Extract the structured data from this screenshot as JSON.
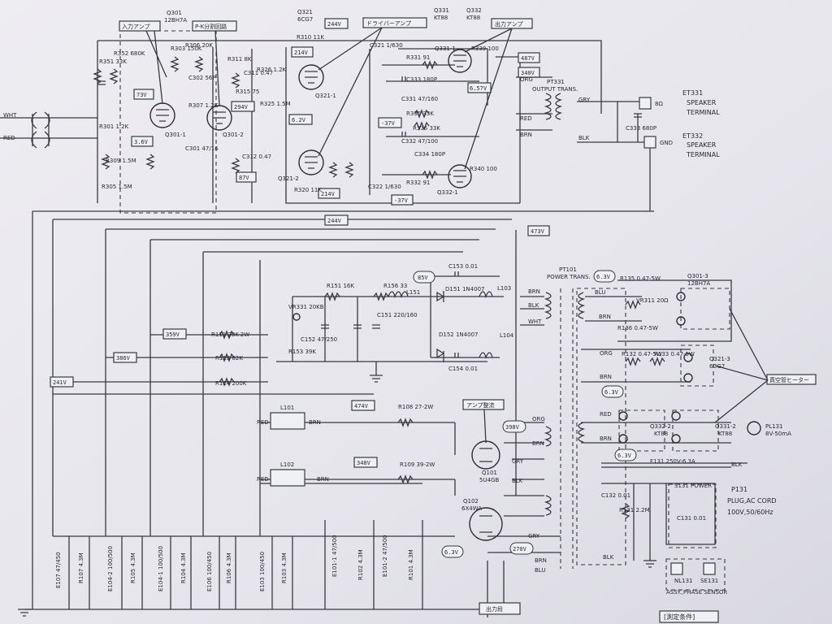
{
  "tubes": {
    "q301": {
      "ref": "Q301",
      "type": "12BH7A",
      "sub1": "Q301-1",
      "sub2": "Q301-2"
    },
    "q321": {
      "ref": "Q321",
      "type": "6CG7",
      "sub1": "Q321-1",
      "sub2": "Q321-2"
    },
    "q331": {
      "ref": "Q331",
      "type": "KT88",
      "sub1": "Q331-1"
    },
    "q332": {
      "ref": "Q332",
      "type": "KT88",
      "sub1": "Q332-1"
    },
    "q301_3": {
      "ref": "Q301-3",
      "type": "12BH7A"
    },
    "q321_3": {
      "ref": "Q321-3",
      "type": "6CG7"
    },
    "q332_2": {
      "ref": "Q332-2",
      "type": "KT88"
    },
    "q331_2": {
      "ref": "Q331-2",
      "type": "KT88"
    },
    "q101": {
      "ref": "Q101",
      "type": "5U4GB"
    },
    "q102": {
      "ref": "Q102",
      "type": "6X4WA"
    }
  },
  "stage_labels": {
    "input_amp": "入力アンプ",
    "pk_split": "P-K分割回路",
    "driver_amp": "ドライバーアンプ",
    "output_amp": "出力アンプ",
    "amp_rect": "アンプ整流",
    "heater": "真空管ヒーター",
    "output_bottom": "出力段",
    "conditions": "[測定条件]"
  },
  "voltages": {
    "v244a": "244V",
    "v214a": "214V",
    "v294": "294V",
    "v73": "73V",
    "v36": "3.6V",
    "v87": "87V",
    "v62": "6.2V",
    "v214b": "214V",
    "v244b": "244V",
    "v37a": "-37V",
    "v37b": "-37V",
    "v487": "487V",
    "v340": "340V",
    "v657": "6.57V",
    "v473": "473V",
    "v85": "85V",
    "v63a": "6.3V",
    "v359": "359V",
    "v386": "386V",
    "v241": "241V",
    "v474": "474V",
    "v348": "348V",
    "v398": "398V",
    "v63b": "6.3V",
    "v63c": "6.3V",
    "v270": "270V",
    "v63d": "6.3V"
  },
  "terminals": {
    "et331": "ET331",
    "et331_desc1": "SPEAKER",
    "et331_desc2": "TERMINAL",
    "et332": "ET332",
    "et332_desc1": "SPEAKER",
    "et332_desc2": "TERMINAL",
    "ohm8": "8Ω",
    "gnd": "GND",
    "pt331": "PT331",
    "pt331_desc": "OUTPUT TRANS.",
    "pt101": "PT101",
    "pt101_desc": "POWER TRANS.",
    "p131": "P131",
    "p131_desc1": "PLUG,AC CORD",
    "p131_desc2": "100V,50/60Hz",
    "s131": "S131 POWER",
    "c131": "C131 0.01",
    "f131": "F131 250V-6.3A",
    "pl131": "PL131",
    "pl131_desc": "8V-50mA",
    "nl131": "NL131",
    "se131": "SE131",
    "assy": "ASSY.,PHASE SENSOR"
  },
  "resistors": {
    "r303": "R303 150K",
    "r351": "R351 33K",
    "r352": "R352 680K",
    "r306": "R306 20K",
    "r307": "R307 1.2K",
    "r301": "R301 1.2K",
    "r309": "R309 1.5M",
    "r305": "R305 1.5M",
    "r311": "R311 8K",
    "r315": "R315 75",
    "r326": "R326 1.2K",
    "r310": "R310 11K",
    "r331": "R331 91",
    "r339": "R339 100",
    "r325": "R325 1.5M",
    "r335": "R335 33K",
    "r336": "R336 33K",
    "r332": "R332 91",
    "r340": "R340 100",
    "r320": "R320 11K",
    "r151": "R151 16K",
    "r156": "R156 33",
    "r153": "R153 39K",
    "r111": "R111 20K-2W",
    "r113": "R113 82K",
    "r114": "R114 200K",
    "r108": "R108 27-2W",
    "r109": "R109 39-2W",
    "r135": "R135 0.47-5W",
    "r136": "R136 0.47-5W",
    "r132": "R132 0.47-5W",
    "r133": "R133 0.47-5W",
    "r131": "R131 2.2M",
    "vr331": "VR331 20KB",
    "vr311": "VR311 20Ω"
  },
  "capacitors": {
    "c302": "C302 56P",
    "c301": "C301 47/16",
    "c311": "C311 0.47",
    "c312": "C312 0.47",
    "c321": "C321 1/630",
    "c322": "C322 1/630",
    "c333": "C333 180P",
    "c331": "C331 47/160",
    "c332": "C332 47/100",
    "c334": "C334 180P",
    "c153": "C153 0.01",
    "c154": "C154 0.01",
    "c152": "C152 47/250",
    "c151": "C151 220/160",
    "c132": "C132 0.01",
    "c333b": "C333 680P"
  },
  "semis": {
    "d151": "D151 1N4007",
    "d152": "D152 1N4007",
    "l151": "L151",
    "l103": "L103",
    "l104": "L104",
    "l101": "L101",
    "l102": "L102"
  },
  "wire_colors": {
    "brn": "BRN",
    "blk": "BLK",
    "wht": "WHT",
    "red": "RED",
    "org": "ORG",
    "gry": "GRY",
    "blu": "BLU"
  },
  "bottom_caps": [
    "E107 47/450",
    "R107 4.3M",
    "E104-2 100/500",
    "R105 4.3M",
    "E104-1 100/500",
    "R104 4.3M",
    "E106 100/450",
    "R106 4.3M",
    "E103 100/450",
    "R103 4.3M",
    "E101-1 47/500",
    "R102 4.3M",
    "E101-2 47/500",
    "R101 4.3M"
  ]
}
